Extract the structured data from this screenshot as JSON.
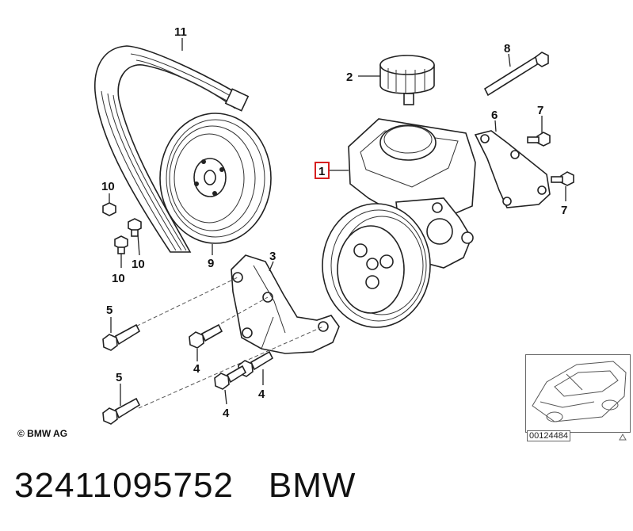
{
  "callouts": {
    "c1": "1",
    "c2": "2",
    "c3": "3",
    "c4a": "4",
    "c4b": "4",
    "c4c": "4",
    "c5a": "5",
    "c5b": "5",
    "c6": "6",
    "c7a": "7",
    "c7b": "7",
    "c8": "8",
    "c9": "9",
    "c10a": "10",
    "c10b": "10",
    "c10c": "10",
    "c11": "11"
  },
  "copyright": "© BMW AG",
  "thumbnail_code": "00124484",
  "part_number": "32411095752",
  "brand": "BMW",
  "colors": {
    "highlight": "#d62020",
    "line": "#222222"
  }
}
